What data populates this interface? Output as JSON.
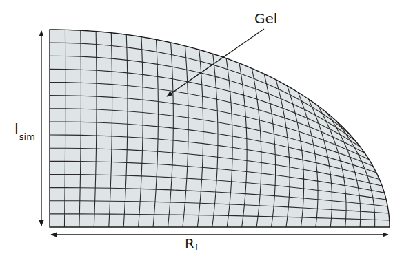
{
  "diagram": {
    "labels": [
      "Gel",
      "l",
      "sim",
      "R",
      "f"
    ]
  }
}
